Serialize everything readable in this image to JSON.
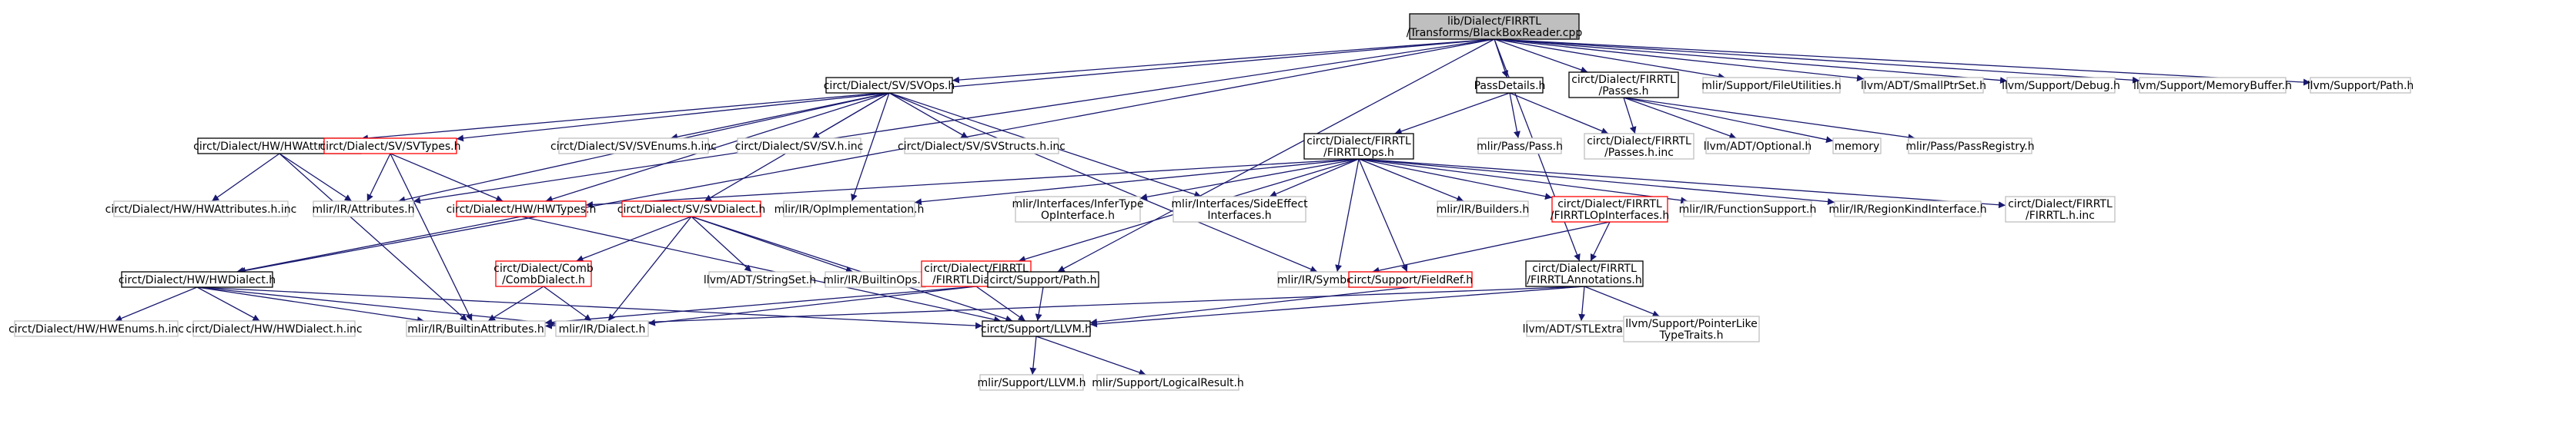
{
  "colors": {
    "edge": "#191970",
    "border_black": "#000000",
    "border_gray": "#bfbfbf",
    "border_red": "#ff0000",
    "root_fill": "#bfbfbf",
    "fill": "#ffffff"
  },
  "nodes": [
    {
      "id": "root",
      "lines": [
        "lib/Dialect/FIRRTL",
        "/Transforms/BlackBoxReader.cpp"
      ],
      "style": "root"
    },
    {
      "id": "svops",
      "lines": [
        "circt/Dialect/SV/SVOps.h"
      ],
      "style": "black"
    },
    {
      "id": "passdetails",
      "lines": [
        "PassDetails.h"
      ],
      "style": "black"
    },
    {
      "id": "firpasses",
      "lines": [
        "circt/Dialect/FIRRTL",
        "/Passes.h"
      ],
      "style": "black"
    },
    {
      "id": "fileutil",
      "lines": [
        "mlir/Support/FileUtilities.h"
      ],
      "style": "gray"
    },
    {
      "id": "smallptr",
      "lines": [
        "llvm/ADT/SmallPtrSet.h"
      ],
      "style": "gray"
    },
    {
      "id": "debug",
      "lines": [
        "llvm/Support/Debug.h"
      ],
      "style": "gray"
    },
    {
      "id": "membuf",
      "lines": [
        "llvm/Support/MemoryBuffer.h"
      ],
      "style": "gray"
    },
    {
      "id": "path",
      "lines": [
        "llvm/Support/Path.h"
      ],
      "style": "gray"
    },
    {
      "id": "hwattrs",
      "lines": [
        "circt/Dialect/HW/HWAttributes.h"
      ],
      "style": "black"
    },
    {
      "id": "svtypes",
      "lines": [
        "circt/Dialect/SV/SVTypes.h"
      ],
      "style": "red"
    },
    {
      "id": "svenums",
      "lines": [
        "circt/Dialect/SV/SVEnums.h.inc"
      ],
      "style": "gray"
    },
    {
      "id": "svhinc",
      "lines": [
        "circt/Dialect/SV/SV.h.inc"
      ],
      "style": "gray"
    },
    {
      "id": "svstructs",
      "lines": [
        "circt/Dialect/SV/SVStructs.h.inc"
      ],
      "style": "gray"
    },
    {
      "id": "firops",
      "lines": [
        "circt/Dialect/FIRRTL",
        "/FIRRTLOps.h"
      ],
      "style": "black"
    },
    {
      "id": "mlirpass",
      "lines": [
        "mlir/Pass/Pass.h"
      ],
      "style": "gray"
    },
    {
      "id": "passesinc",
      "lines": [
        "circt/Dialect/FIRRTL",
        "/Passes.h.inc"
      ],
      "style": "gray"
    },
    {
      "id": "optional",
      "lines": [
        "llvm/ADT/Optional.h"
      ],
      "style": "gray"
    },
    {
      "id": "memory",
      "lines": [
        "memory"
      ],
      "style": "gray"
    },
    {
      "id": "passreg",
      "lines": [
        "mlir/Pass/PassRegistry.h"
      ],
      "style": "gray"
    },
    {
      "id": "hwattrsinc",
      "lines": [
        "circt/Dialect/HW/HWAttributes.h.inc"
      ],
      "style": "gray"
    },
    {
      "id": "mlirattrs",
      "lines": [
        "mlir/IR/Attributes.h"
      ],
      "style": "gray"
    },
    {
      "id": "hwtypes",
      "lines": [
        "circt/Dialect/HW/HWTypes.h"
      ],
      "style": "red"
    },
    {
      "id": "opimpl",
      "lines": [
        "mlir/IR/OpImplementation.h"
      ],
      "style": "gray"
    },
    {
      "id": "infertype",
      "lines": [
        "mlir/Interfaces/InferType",
        "OpInterface.h"
      ],
      "style": "gray"
    },
    {
      "id": "sideeffect",
      "lines": [
        "mlir/Interfaces/SideEffect",
        "Interfaces.h"
      ],
      "style": "gray"
    },
    {
      "id": "svdialect",
      "lines": [
        "circt/Dialect/SV/SVDialect.h"
      ],
      "style": "red"
    },
    {
      "id": "builders",
      "lines": [
        "mlir/IR/Builders.h"
      ],
      "style": "gray"
    },
    {
      "id": "firopintf",
      "lines": [
        "circt/Dialect/FIRRTL",
        "/FIRRTLOpInterfaces.h"
      ],
      "style": "red"
    },
    {
      "id": "funcsupport",
      "lines": [
        "mlir/IR/FunctionSupport.h"
      ],
      "style": "gray"
    },
    {
      "id": "regionkind",
      "lines": [
        "mlir/IR/RegionKindInterface.h"
      ],
      "style": "gray"
    },
    {
      "id": "firrtlhinc",
      "lines": [
        "circt/Dialect/FIRRTL",
        "/FIRRTL.h.inc"
      ],
      "style": "gray"
    },
    {
      "id": "hwdialect",
      "lines": [
        "circt/Dialect/HW/HWDialect.h"
      ],
      "style": "black"
    },
    {
      "id": "combdialect",
      "lines": [
        "circt/Dialect/Comb",
        "/CombDialect.h"
      ],
      "style": "red"
    },
    {
      "id": "stringset",
      "lines": [
        "llvm/ADT/StringSet.h"
      ],
      "style": "gray"
    },
    {
      "id": "builtinops",
      "lines": [
        "mlir/IR/BuiltinOps.h"
      ],
      "style": "gray"
    },
    {
      "id": "firdialect",
      "lines": [
        "circt/Dialect/FIRRTL",
        "/FIRRTLDialect.h"
      ],
      "style": "red"
    },
    {
      "id": "supportpath",
      "lines": [
        "circt/Support/Path.h"
      ],
      "style": "black"
    },
    {
      "id": "symtable",
      "lines": [
        "mlir/IR/SymbolTable.h"
      ],
      "style": "gray"
    },
    {
      "id": "fieldref",
      "lines": [
        "circt/Support/FieldRef.h"
      ],
      "style": "red"
    },
    {
      "id": "firannot",
      "lines": [
        "circt/Dialect/FIRRTL",
        "/FIRRTLAnnotations.h"
      ],
      "style": "black"
    },
    {
      "id": "hwenums",
      "lines": [
        "circt/Dialect/HW/HWEnums.h.inc"
      ],
      "style": "gray"
    },
    {
      "id": "hwdialectinc",
      "lines": [
        "circt/Dialect/HW/HWDialect.h.inc"
      ],
      "style": "gray"
    },
    {
      "id": "builtinattrs",
      "lines": [
        "mlir/IR/BuiltinAttributes.h"
      ],
      "style": "gray"
    },
    {
      "id": "mlirdialect",
      "lines": [
        "mlir/IR/Dialect.h"
      ],
      "style": "gray"
    },
    {
      "id": "llvmh",
      "lines": [
        "circt/Support/LLVM.h"
      ],
      "style": "black"
    },
    {
      "id": "stlextras",
      "lines": [
        "llvm/ADT/STLExtras.h"
      ],
      "style": "gray"
    },
    {
      "id": "pointerlike",
      "lines": [
        "llvm/Support/PointerLike",
        "TypeTraits.h"
      ],
      "style": "gray"
    },
    {
      "id": "mlirllvm",
      "lines": [
        "mlir/Support/LLVM.h"
      ],
      "style": "gray"
    },
    {
      "id": "logicalresult",
      "lines": [
        "mlir/Support/LogicalResult.h"
      ],
      "style": "gray"
    }
  ],
  "edges": [
    [
      "root",
      "svops"
    ],
    [
      "root",
      "passdetails"
    ],
    [
      "root",
      "firpasses"
    ],
    [
      "root",
      "fileutil"
    ],
    [
      "root",
      "smallptr"
    ],
    [
      "root",
      "debug"
    ],
    [
      "root",
      "membuf"
    ],
    [
      "root",
      "path"
    ],
    [
      "root",
      "hwattrs"
    ],
    [
      "root",
      "hwdialect"
    ],
    [
      "root",
      "mlirattrs"
    ],
    [
      "root",
      "supportpath"
    ],
    [
      "root",
      "firannot"
    ],
    [
      "svops",
      "svtypes"
    ],
    [
      "svops",
      "svenums"
    ],
    [
      "svops",
      "svhinc"
    ],
    [
      "svops",
      "svstructs"
    ],
    [
      "svops",
      "opimpl"
    ],
    [
      "svops",
      "sideeffect"
    ],
    [
      "svops",
      "svdialect"
    ],
    [
      "svops",
      "hwtypes"
    ],
    [
      "svops",
      "symtable"
    ],
    [
      "svops",
      "mlirattrs"
    ],
    [
      "passdetails",
      "mlirpass"
    ],
    [
      "passdetails",
      "firops"
    ],
    [
      "passdetails",
      "passesinc"
    ],
    [
      "firpasses",
      "passesinc"
    ],
    [
      "firpasses",
      "optional"
    ],
    [
      "firpasses",
      "memory"
    ],
    [
      "firpasses",
      "passreg"
    ],
    [
      "hwattrs",
      "hwattrsinc"
    ],
    [
      "hwattrs",
      "mlirattrs"
    ],
    [
      "hwattrs",
      "builtinattrs"
    ],
    [
      "svtypes",
      "hwtypes"
    ],
    [
      "svtypes",
      "mlirattrs"
    ],
    [
      "svtypes",
      "builtinattrs"
    ],
    [
      "firops",
      "hwtypes"
    ],
    [
      "firops",
      "opimpl"
    ],
    [
      "firops",
      "infertype"
    ],
    [
      "firops",
      "sideeffect"
    ],
    [
      "firops",
      "builders"
    ],
    [
      "firops",
      "firopintf"
    ],
    [
      "firops",
      "funcsupport"
    ],
    [
      "firops",
      "regionkind"
    ],
    [
      "firops",
      "firrtlhinc"
    ],
    [
      "firops",
      "firdialect"
    ],
    [
      "firops",
      "symtable"
    ],
    [
      "firops",
      "fieldref"
    ],
    [
      "hwtypes",
      "hwdialect"
    ],
    [
      "hwtypes",
      "llvmh"
    ],
    [
      "svdialect",
      "combdialect"
    ],
    [
      "svdialect",
      "stringset"
    ],
    [
      "svdialect",
      "builtinops"
    ],
    [
      "svdialect",
      "mlirdialect"
    ],
    [
      "svdialect",
      "llvmh"
    ],
    [
      "firopintf",
      "firannot"
    ],
    [
      "firopintf",
      "symtable"
    ],
    [
      "hwdialect",
      "hwenums"
    ],
    [
      "hwdialect",
      "hwdialectinc"
    ],
    [
      "hwdialect",
      "builtinattrs"
    ],
    [
      "hwdialect",
      "mlirdialect"
    ],
    [
      "hwdialect",
      "llvmh"
    ],
    [
      "combdialect",
      "builtinattrs"
    ],
    [
      "combdialect",
      "mlirdialect"
    ],
    [
      "firdialect",
      "builtinattrs"
    ],
    [
      "firdialect",
      "mlirdialect"
    ],
    [
      "firdialect",
      "llvmh"
    ],
    [
      "supportpath",
      "llvmh"
    ],
    [
      "fieldref",
      "llvmh"
    ],
    [
      "firannot",
      "builtinattrs"
    ],
    [
      "firannot",
      "llvmh"
    ],
    [
      "firannot",
      "stlextras"
    ],
    [
      "firannot",
      "pointerlike"
    ],
    [
      "llvmh",
      "mlirllvm"
    ],
    [
      "llvmh",
      "logicalresult"
    ]
  ]
}
